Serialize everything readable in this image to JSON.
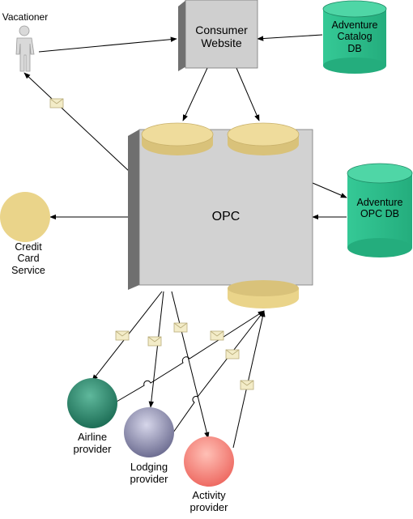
{
  "colors": {
    "consumer_box": "#c8c8c8",
    "opc_box": "#d0d0d0",
    "box_shade": "#6f6f6f",
    "db_green": "#2bbf8c",
    "db_green_dark": "#1e8c66",
    "disc_yellow": "#ead48a",
    "credit_card": "#ead48a",
    "airline": "#2a8a6e",
    "lodging": "#9c9cbc",
    "activity": "#f0807a",
    "envelope": "#f3ecc8"
  },
  "actors": {
    "vacationer": {
      "label": "Vacationer",
      "icon": "person-icon"
    }
  },
  "nodes": {
    "consumer_website": {
      "line1": "Consumer",
      "line2": "Website"
    },
    "adventure_catalog_db": {
      "line1": "Adventure",
      "line2": "Catalog",
      "line3": "DB"
    },
    "opc": {
      "label": "OPC"
    },
    "adventure_opc_db": {
      "line1": "Adventure",
      "line2": "OPC DB"
    },
    "credit_card_service": {
      "line1": "Credit",
      "line2": "Card",
      "line3": "Service"
    },
    "airline_provider": {
      "line1": "Airline",
      "line2": "provider"
    },
    "lodging_provider": {
      "line1": "Lodging",
      "line2": "provider"
    },
    "activity_provider": {
      "line1": "Activity",
      "line2": "provider"
    }
  }
}
